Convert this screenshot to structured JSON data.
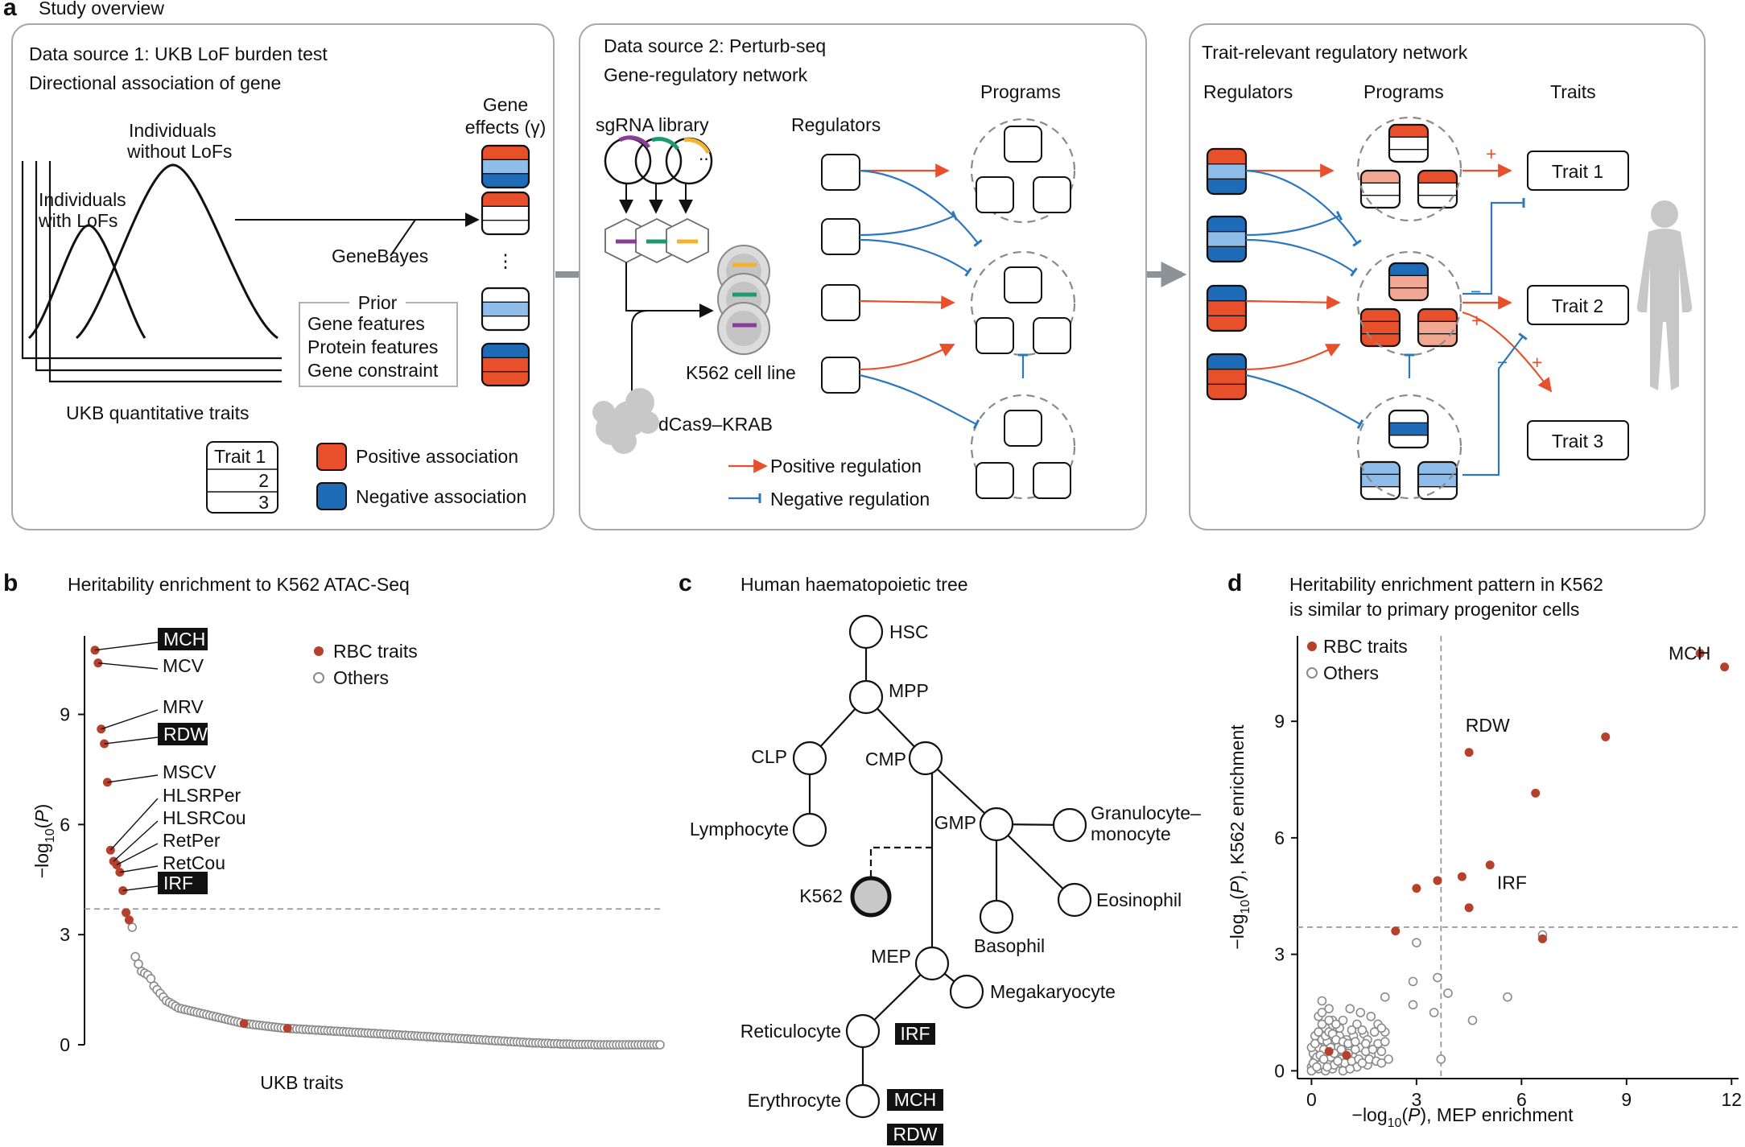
{
  "panel_a": {
    "letter": "a",
    "title": "Study overview",
    "box1": {
      "title1": "Data source 1: UKB LoF burden test",
      "title2": "Directional association of gene",
      "without": [
        "Individuals",
        "without LoFs"
      ],
      "with": [
        "Individuals",
        "with LoFs"
      ],
      "genebayes": "GeneBayes",
      "prior": "Prior",
      "prior_items": [
        "Gene features",
        "Protein features",
        "Gene constraint"
      ],
      "gene_effects": [
        "Gene",
        "effects (γ)"
      ],
      "ellipsis": "⋮",
      "ukb_traits": "UKB quantitative traits",
      "trait_table": [
        "Trait 1",
        "2",
        "3"
      ],
      "positive": "Positive association",
      "negative": "Negative association"
    },
    "box2": {
      "title1": "Data source 2: Perturb-seq",
      "title2": "Gene-regulatory network",
      "sgrna": "sgRNA library",
      "ellipsis": "...",
      "regulators": "Regulators",
      "programs": "Programs",
      "cell_line": "K562 cell line",
      "dcas9": "dCas9–KRAB",
      "pos_reg": "Positive regulation",
      "neg_reg": "Negative regulation"
    },
    "box3": {
      "title": "Trait-relevant regulatory network",
      "regulators": "Regulators",
      "programs": "Programs",
      "traits": "Traits",
      "trait_labels": [
        "Trait 1",
        "Trait 2",
        "Trait 3"
      ],
      "plus": "+",
      "minus": "−"
    }
  },
  "panel_b": {
    "letter": "b",
    "title": "Heritability enrichment to K562 ATAC-Seq",
    "xlabel": "UKB traits",
    "ylabel_parts": [
      "−log",
      "10",
      "(",
      "P",
      ")"
    ],
    "legend": [
      "RBC traits",
      "Others"
    ]
  },
  "panel_c": {
    "letter": "c",
    "title": "Human haematopoietic tree",
    "nodes": {
      "hsc": "HSC",
      "mpp": "MPP",
      "clp": "CLP",
      "cmp": "CMP",
      "lymph": "Lymphocyte",
      "gmp": "GMP",
      "gran": [
        "Granulocyte–",
        "monocyte"
      ],
      "k562": "K562",
      "eos": "Eosinophil",
      "baso": "Basophil",
      "mep": "MEP",
      "mega": "Megakaryocyte",
      "retic": "Reticulocyte",
      "ery": "Erythrocyte"
    },
    "tags": {
      "irf": "IRF",
      "mch": "MCH",
      "rdw": "RDW"
    }
  },
  "panel_d": {
    "letter": "d",
    "title": [
      "Heritability enrichment pattern in K562",
      "is similar to primary progenitor cells"
    ],
    "xlabel_parts": [
      "−log",
      "10",
      "(",
      "P",
      "), MEP enrichment"
    ],
    "ylabel_parts": [
      "−log",
      "10",
      "(",
      "P",
      "), K562 enrichment"
    ],
    "legend": [
      "RBC traits",
      "Others"
    ]
  },
  "chart_data": [
    {
      "type": "scatter",
      "panel": "b",
      "title": "Heritability enrichment to K562 ATAC-Seq",
      "xlabel": "UKB traits",
      "ylabel": "−log10(P)",
      "ylim": [
        0,
        11.2
      ],
      "yticks": [
        0,
        3,
        6,
        9
      ],
      "threshold": 3.7,
      "grid": false,
      "legend_position": "top-right",
      "colors": {
        "rbc": "#b5412c",
        "others": "#8a8a8a"
      },
      "labels": [
        {
          "text": "MCH",
          "boxed": true,
          "index": 0,
          "y": 10.75
        },
        {
          "text": "MCV",
          "boxed": false,
          "index": 1,
          "y": 10.4
        },
        {
          "text": "MRV",
          "boxed": false,
          "index": 2,
          "y": 8.6
        },
        {
          "text": "RDW",
          "boxed": true,
          "index": 3,
          "y": 8.2
        },
        {
          "text": "MSCV",
          "boxed": false,
          "index": 4,
          "y": 7.15
        },
        {
          "text": "HLSRPer",
          "boxed": false,
          "index": 5,
          "y": 5.3
        },
        {
          "text": "HLSRCou",
          "boxed": false,
          "index": 6,
          "y": 5.0
        },
        {
          "text": "RetPer",
          "boxed": false,
          "index": 7,
          "y": 4.9
        },
        {
          "text": "RetCou",
          "boxed": false,
          "index": 8,
          "y": 4.7
        },
        {
          "text": "IRF",
          "boxed": true,
          "index": 9,
          "y": 4.2
        }
      ],
      "n_traits": 180,
      "rbc_indices": [
        0,
        1,
        2,
        3,
        4,
        5,
        6,
        7,
        8,
        9,
        10,
        11,
        48,
        62
      ],
      "values": [
        10.75,
        10.4,
        8.6,
        8.2,
        7.15,
        5.3,
        5.0,
        4.9,
        4.7,
        4.2,
        3.6,
        3.4,
        3.2,
        2.4,
        2.2,
        2.0,
        1.95,
        1.9,
        1.8,
        1.6,
        1.5,
        1.4,
        1.3,
        1.2,
        1.15,
        1.1,
        1.05,
        1.0,
        0.98,
        0.96,
        0.94,
        0.92,
        0.9,
        0.88,
        0.86,
        0.84,
        0.82,
        0.8,
        0.78,
        0.76,
        0.74,
        0.72,
        0.7,
        0.68,
        0.66,
        0.64,
        0.62,
        0.6,
        0.58,
        0.57,
        0.56,
        0.55,
        0.54,
        0.53,
        0.52,
        0.51,
        0.5,
        0.49,
        0.48,
        0.47,
        0.46,
        0.45,
        0.45,
        0.44,
        0.44,
        0.43,
        0.43,
        0.42,
        0.42,
        0.41,
        0.41,
        0.4,
        0.4,
        0.39,
        0.39,
        0.38,
        0.38,
        0.37,
        0.37,
        0.36,
        0.36,
        0.35,
        0.35,
        0.34,
        0.34,
        0.33,
        0.33,
        0.32,
        0.32,
        0.31,
        0.31,
        0.3,
        0.3,
        0.29,
        0.29,
        0.28,
        0.28,
        0.27,
        0.27,
        0.26,
        0.26,
        0.25,
        0.25,
        0.24,
        0.24,
        0.23,
        0.23,
        0.22,
        0.22,
        0.21,
        0.21,
        0.2,
        0.2,
        0.19,
        0.19,
        0.18,
        0.18,
        0.17,
        0.17,
        0.16,
        0.16,
        0.15,
        0.15,
        0.14,
        0.14,
        0.13,
        0.13,
        0.12,
        0.12,
        0.11,
        0.11,
        0.1,
        0.1,
        0.09,
        0.09,
        0.08,
        0.08,
        0.07,
        0.07,
        0.06,
        0.06,
        0.05,
        0.05,
        0.05,
        0.04,
        0.04,
        0.04,
        0.03,
        0.03,
        0.03,
        0.02,
        0.02,
        0.02,
        0.02,
        0.01,
        0.01,
        0.01,
        0.01,
        0.01,
        0.01,
        0.01,
        0.0,
        0.0,
        0.0,
        0.0,
        0.0,
        0.0,
        0.0,
        0.0,
        0.0,
        0.0,
        0.0,
        0.0,
        0.0,
        0.0,
        0.0,
        0.0,
        0.0,
        0.0,
        0.0,
        0.0,
        0.0,
        0.0
      ]
    },
    {
      "type": "scatter",
      "panel": "d",
      "title": "Heritability enrichment pattern in K562 is similar to primary progenitor cells",
      "xlabel": "−log10(P), MEP enrichment",
      "ylabel": "−log10(P), K562 enrichment",
      "xlim": [
        -0.4,
        12.2
      ],
      "ylim": [
        -0.2,
        11.2
      ],
      "xticks": [
        0,
        3,
        6,
        9,
        12
      ],
      "yticks": [
        0,
        3,
        6,
        9
      ],
      "x_threshold": 3.7,
      "y_threshold": 3.7,
      "grid": false,
      "legend_position": "top-left",
      "colors": {
        "rbc": "#b5412c",
        "others": "#8a8a8a"
      },
      "rbc_points": [
        [
          11.1,
          10.75
        ],
        [
          11.8,
          10.4
        ],
        [
          8.4,
          8.6
        ],
        [
          4.5,
          8.2
        ],
        [
          6.4,
          7.15
        ],
        [
          5.1,
          5.3
        ],
        [
          4.3,
          5.0
        ],
        [
          3.6,
          4.9
        ],
        [
          3.0,
          4.7
        ],
        [
          4.5,
          4.2
        ],
        [
          2.4,
          3.6
        ],
        [
          6.6,
          3.4
        ],
        [
          0.5,
          0.5
        ],
        [
          1.0,
          0.4
        ]
      ],
      "annotations": [
        {
          "text": "MCH",
          "x": 10.2,
          "y": 10.75
        },
        {
          "text": "RDW",
          "x": 4.4,
          "y": 8.9
        },
        {
          "text": "IRF",
          "x": 5.3,
          "y": 4.85
        }
      ],
      "other_points": [
        [
          3.0,
          3.3
        ],
        [
          6.6,
          3.5
        ],
        [
          2.9,
          2.3
        ],
        [
          3.6,
          2.4
        ],
        [
          3.9,
          2.0
        ],
        [
          5.6,
          1.9
        ],
        [
          2.1,
          1.9
        ],
        [
          2.9,
          1.7
        ],
        [
          3.5,
          1.5
        ],
        [
          4.6,
          1.3
        ],
        [
          3.7,
          0.3
        ],
        [
          1.1,
          1.6
        ],
        [
          1.4,
          1.5
        ],
        [
          1.7,
          1.4
        ],
        [
          0.9,
          1.3
        ],
        [
          1.3,
          1.2
        ],
        [
          1.9,
          1.2
        ],
        [
          2.1,
          1.0
        ],
        [
          0.7,
          1.0
        ],
        [
          1.5,
          0.95
        ],
        [
          1.2,
          0.9
        ],
        [
          0.3,
          1.8
        ],
        [
          0.5,
          1.6
        ],
        [
          0.2,
          1.4
        ],
        [
          0.6,
          1.3
        ],
        [
          0.4,
          1.1
        ],
        [
          0.8,
          0.9
        ],
        [
          1.0,
          0.8
        ],
        [
          1.6,
          0.8
        ],
        [
          1.9,
          0.7
        ],
        [
          2.0,
          0.5
        ],
        [
          1.4,
          0.6
        ],
        [
          1.1,
          0.6
        ],
        [
          0.9,
          0.5
        ],
        [
          0.6,
          0.7
        ],
        [
          0.3,
          0.8
        ],
        [
          0.1,
          0.9
        ],
        [
          0.2,
          0.6
        ],
        [
          0.4,
          0.5
        ],
        [
          0.7,
          0.4
        ],
        [
          1.2,
          0.35
        ],
        [
          1.7,
          0.4
        ],
        [
          2.2,
          0.3
        ],
        [
          0.1,
          0.3
        ],
        [
          0.3,
          0.25
        ],
        [
          0.5,
          0.2
        ],
        [
          0.8,
          0.2
        ],
        [
          1.0,
          0.15
        ],
        [
          1.3,
          0.1
        ],
        [
          1.6,
          0.15
        ],
        [
          0.0,
          0.1
        ],
        [
          0.2,
          0.05
        ],
        [
          0.4,
          0.0
        ],
        [
          0.6,
          0.05
        ],
        [
          0.9,
          0.0
        ],
        [
          1.1,
          0.05
        ],
        [
          0.05,
          0.45
        ],
        [
          0.15,
          0.35
        ],
        [
          0.25,
          0.15
        ],
        [
          0.35,
          0.55
        ],
        [
          0.45,
          0.75
        ],
        [
          0.55,
          0.35
        ],
        [
          0.65,
          0.15
        ],
        [
          0.75,
          0.6
        ],
        [
          0.85,
          0.3
        ],
        [
          0.95,
          0.2
        ],
        [
          1.05,
          0.45
        ],
        [
          1.15,
          0.25
        ],
        [
          1.25,
          0.55
        ],
        [
          1.35,
          0.3
        ],
        [
          1.45,
          0.2
        ],
        [
          1.55,
          0.5
        ],
        [
          1.65,
          0.3
        ],
        [
          1.75,
          0.55
        ],
        [
          1.85,
          0.25
        ],
        [
          2.0,
          0.2
        ],
        [
          0.0,
          0.6
        ],
        [
          0.1,
          0.7
        ],
        [
          0.2,
          1.0
        ],
        [
          0.3,
          1.2
        ],
        [
          0.4,
          0.9
        ],
        [
          0.5,
          1.0
        ],
        [
          0.6,
          0.95
        ],
        [
          0.7,
          0.8
        ],
        [
          0.8,
          1.1
        ],
        [
          0.9,
          0.75
        ],
        [
          0.0,
          0.0
        ],
        [
          0.05,
          0.2
        ],
        [
          0.15,
          0.1
        ],
        [
          0.25,
          0.4
        ],
        [
          0.35,
          0.3
        ],
        [
          0.45,
          0.1
        ],
        [
          0.55,
          0.6
        ],
        [
          0.65,
          0.45
        ],
        [
          0.75,
          0.25
        ],
        [
          0.85,
          0.55
        ],
        [
          1.05,
          0.7
        ],
        [
          1.15,
          1.05
        ],
        [
          1.25,
          0.75
        ],
        [
          1.45,
          1.05
        ],
        [
          1.55,
          0.7
        ],
        [
          0.3,
          1.5
        ],
        [
          0.5,
          1.3
        ],
        [
          0.7,
          1.2
        ],
        [
          1.8,
          1.0
        ],
        [
          2.1,
          0.75
        ],
        [
          2.0,
          1.1
        ]
      ]
    }
  ]
}
